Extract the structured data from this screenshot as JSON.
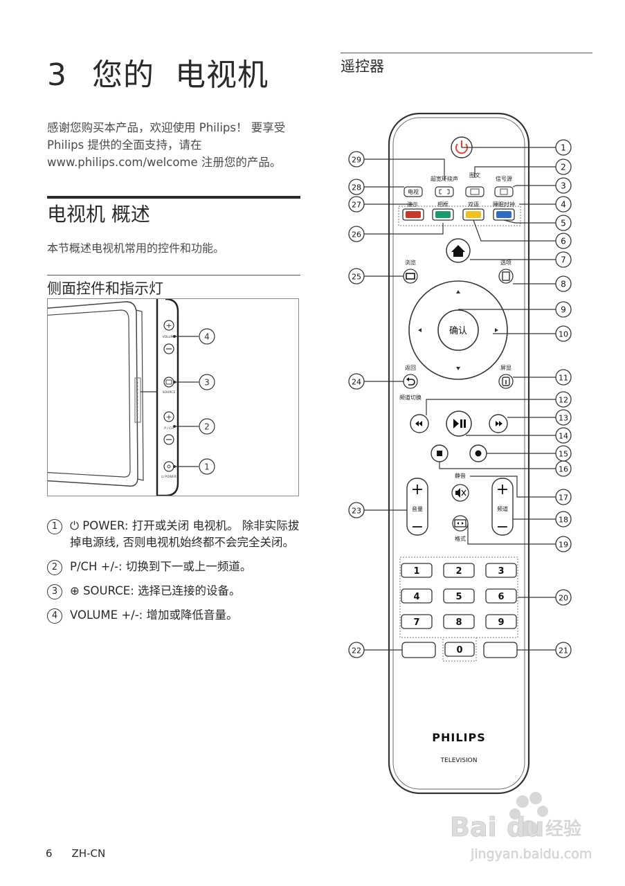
{
  "chapter": {
    "number": "3",
    "word1": "您的",
    "word2": "电视机"
  },
  "intro": "感谢您购买本产品，欢迎使用 Philips！ 要享受 Philips 提供的全面支持，请在 www.philips.com/welcome 注册您的产品。",
  "overview": {
    "heading": "电视机 概述",
    "desc": "本节概述电视机常用的控件和功能。"
  },
  "side_controls": {
    "heading": "侧面控件和指示灯",
    "labels": {
      "volume": "VOLUME",
      "source": "SOURCE",
      "pch": "P / CH",
      "power": "⏻ POWER"
    },
    "callouts": [
      "4",
      "3",
      "2",
      "1"
    ]
  },
  "legend": [
    {
      "num": "1",
      "text": "⏻ POWER: 打开或关闭 电视机。 除非实际拔掉电源线, 否则电视机始终都不会完全关闭。"
    },
    {
      "num": "2",
      "text": "P/CH +/-: 切换到下一或上一频道。"
    },
    {
      "num": "3",
      "text": "⊕ SOURCE: 选择已连接的设备。"
    },
    {
      "num": "4",
      "text": "VOLUME +/-: 增加或降低音量。"
    }
  ],
  "remote": {
    "heading": "遥控器",
    "labels": {
      "surround": "超宽环绕声",
      "teletext": "图文",
      "source": "信号源",
      "tv": "电视",
      "demo": "演示",
      "frame": "相框",
      "dual": "双语",
      "sleep": "睡眠时钟",
      "browse": "浏览",
      "options": "选项",
      "ok": "确认",
      "back": "返回",
      "display": "屏显",
      "ch_switch": "频道切换",
      "mute": "静音",
      "volume": "音量",
      "channel": "频道",
      "format": "格式",
      "plus": "+",
      "minus": "−"
    },
    "keypad": [
      "1",
      "2",
      "3",
      "4",
      "5",
      "6",
      "7",
      "8",
      "9"
    ],
    "zero": "0",
    "brand": "PHILIPS",
    "sub_brand": "TELEVISION",
    "callouts": [
      "1",
      "2",
      "3",
      "4",
      "5",
      "6",
      "7",
      "8",
      "9",
      "10",
      "11",
      "12",
      "13",
      "14",
      "15",
      "16",
      "17",
      "18",
      "19",
      "20",
      "21",
      "22",
      "23",
      "24",
      "25",
      "26",
      "27",
      "28",
      "29"
    ]
  },
  "footer": {
    "page": "6",
    "code": "ZH-CN"
  },
  "watermark": {
    "brand": "Bai",
    "brand2": "du",
    "cn": "经验",
    "url": "jingyan.baidu.com"
  },
  "colors": {
    "red": "#c8382a",
    "green": "#1a9b6c",
    "yellow": "#f0c21e",
    "blue": "#2f6cc4",
    "power": "#e8402d"
  }
}
